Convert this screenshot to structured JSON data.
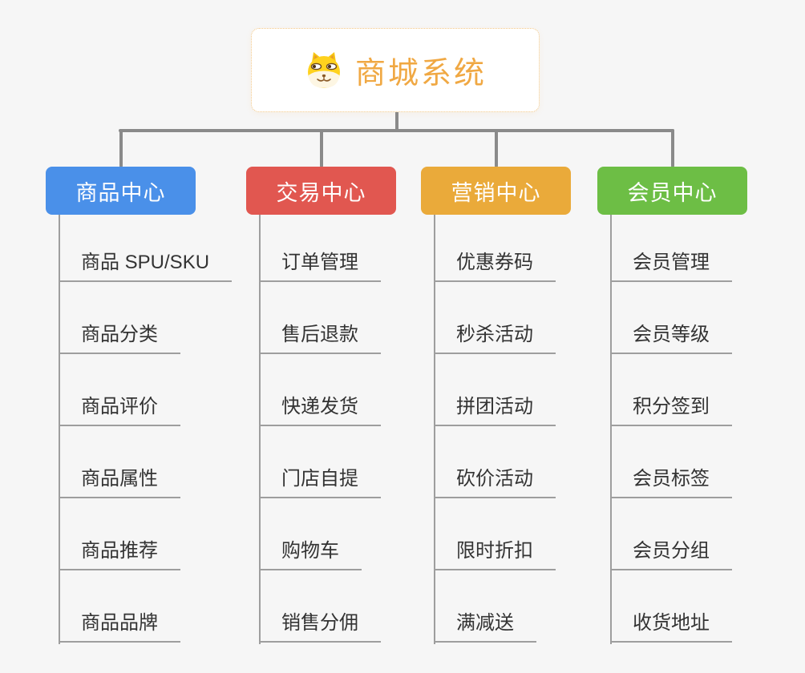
{
  "root": {
    "title": "商城系统",
    "icon": "doge-icon"
  },
  "colors": {
    "background": "#f6f6f6",
    "root_text": "#f0a843",
    "root_border": "#f2c684",
    "connector": "#8a8a8a",
    "child_line": "#9e9e9e",
    "child_text": "#333333",
    "branch_blue": "#4a90e9",
    "branch_red": "#e15750",
    "branch_orange": "#eaaa3a",
    "branch_green": "#6dbe45"
  },
  "branches": [
    {
      "label": "商品中心",
      "color": "#4a90e9",
      "items": [
        "商品 SPU/SKU",
        "商品分类",
        "商品评价",
        "商品属性",
        "商品推荐",
        "商品品牌"
      ]
    },
    {
      "label": "交易中心",
      "color": "#e15750",
      "items": [
        "订单管理",
        "售后退款",
        "快递发货",
        "门店自提",
        "购物车",
        "销售分佣"
      ]
    },
    {
      "label": "营销中心",
      "color": "#eaaa3a",
      "items": [
        "优惠券码",
        "秒杀活动",
        "拼团活动",
        "砍价活动",
        "限时折扣",
        "满减送"
      ]
    },
    {
      "label": "会员中心",
      "color": "#6dbe45",
      "items": [
        "会员管理",
        "会员等级",
        "积分签到",
        "会员标签",
        "会员分组",
        "收货地址"
      ]
    }
  ]
}
